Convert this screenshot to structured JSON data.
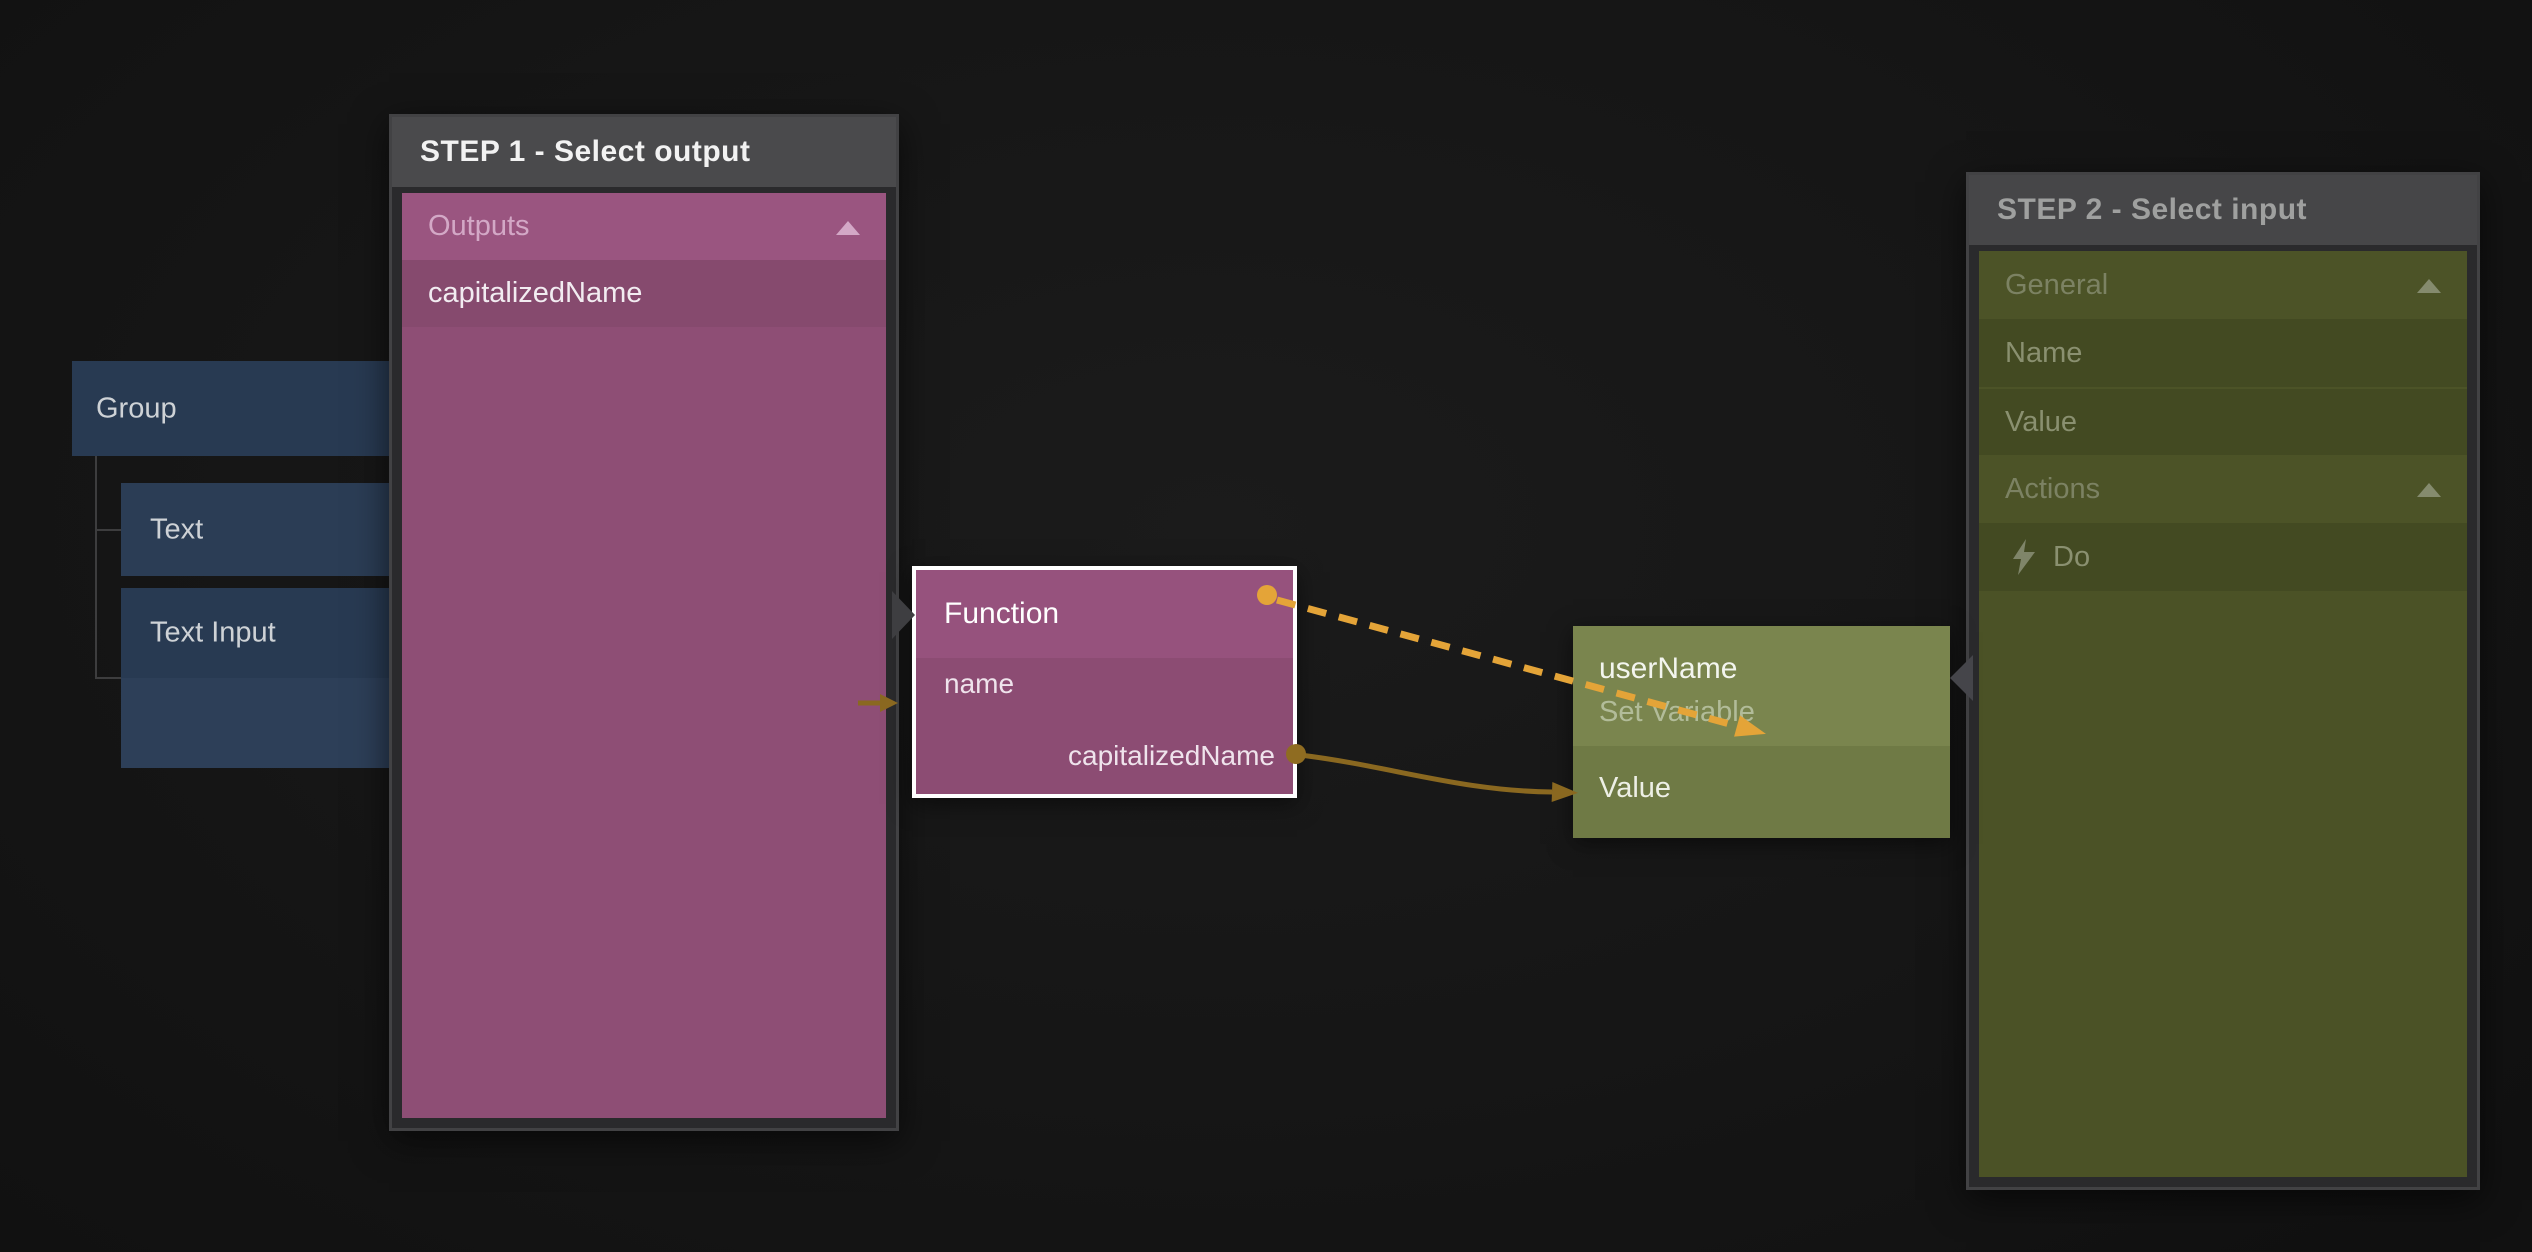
{
  "tree": {
    "group_node": {
      "label": "Group"
    },
    "child_nodes": [
      {
        "label": "Text"
      },
      {
        "label": "Text Input"
      }
    ]
  },
  "step1_panel": {
    "title": "STEP 1 - Select output",
    "section": {
      "label": "Outputs",
      "collapse_icon": "chevron-up"
    },
    "items": [
      {
        "label": "capitalizedName"
      }
    ]
  },
  "function_node": {
    "title": "Function",
    "inputs": [
      {
        "label": "name"
      }
    ],
    "outputs": [
      {
        "label": "capitalizedName"
      }
    ]
  },
  "set_variable_node": {
    "title": "userName",
    "subtitle": "Set Variable",
    "inputs": [
      {
        "label": "Value"
      }
    ]
  },
  "step2_panel": {
    "title": "STEP 2 - Select input",
    "sections": [
      {
        "label": "General",
        "collapse_icon": "chevron-up",
        "items": [
          {
            "label": "Name"
          },
          {
            "label": "Value"
          }
        ]
      },
      {
        "label": "Actions",
        "collapse_icon": "chevron-up",
        "items": [
          {
            "label": "Do",
            "icon": "lightning"
          }
        ]
      }
    ]
  },
  "connections": [
    {
      "from": "Function signal port",
      "to": "userName node",
      "style": "dashed",
      "color": "#E4A438"
    },
    {
      "from": "Function capitalizedName output",
      "to": "userName Value input",
      "style": "solid",
      "color": "#8A6820"
    }
  ],
  "colors": {
    "canvas_bg": "#161616",
    "panel_frame": "#2A2A2C",
    "step1_header_bg": "#4A4A4C",
    "step2_header_bg": "#464648",
    "pink_section": "#9A5580",
    "pink_item": "#864A6E",
    "pink_body": "#8E4E75",
    "olive_section": "#4C5327",
    "olive_item": "#434A22",
    "navy_node": "#2B3D55",
    "function_header": "#96527D",
    "variable_header": "#7A854E",
    "connection_dashed": "#E4A438",
    "connection_solid": "#8A6820",
    "selection_border": "#FFFFFF"
  }
}
